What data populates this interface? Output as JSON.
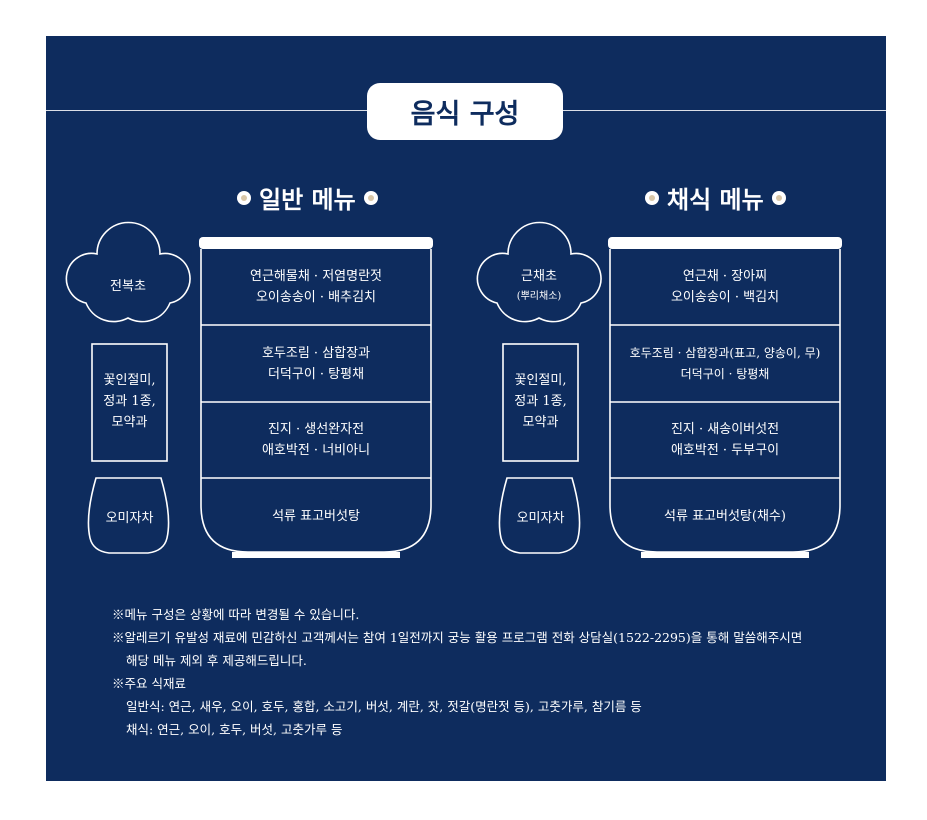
{
  "title": "음식 구성",
  "general": {
    "title": "일반 메뉴",
    "side": {
      "flower": "전복초",
      "rect": "꽃인절미,\n정과 1종,\n모약과",
      "cup": "오미자차"
    },
    "bowl": [
      "연근해물채 · 저염명란젓\n오이송송이 · 배추김치",
      "호두조림 · 삼합장과\n더덕구이 · 탕평채",
      "진지 · 생선완자전\n애호박전 · 너비아니",
      "석류 표고버섯탕"
    ]
  },
  "veg": {
    "title": "채식 메뉴",
    "side": {
      "flower": "근채초",
      "flower_sub": "(뿌리채소)",
      "rect": "꽃인절미,\n정과 1종,\n모약과",
      "cup": "오미자차"
    },
    "bowl": [
      "연근채 · 장아찌\n오이송송이 · 백김치",
      "호두조림 · 삼합장과(표고, 양송이, 무)\n더덕구이 · 탕평채",
      "진지 · 새송이버섯전\n애호박전 · 두부구이",
      "석류 표고버섯탕(채수)"
    ]
  },
  "notes": {
    "n1": "※메뉴 구성은 상황에 따라 변경될 수 있습니다.",
    "n2a": "※알레르기 유발성 재료에 민감하신 고객께서는 참여 1일전까지 궁능 활용 프로그램 전화 상담실(1522-2295)을 통해 말씀해주시면",
    "n2b": "해당 메뉴 제외 후 제공해드립니다.",
    "n3": "※주요 식재료",
    "n4": "일반식: 연근, 새우, 오이, 호두, 홍합, 소고기, 버섯, 계란, 잣, 젓갈(명란젓 등), 고춧가루, 참기름 등",
    "n5": "채식: 연근, 오이, 호두, 버섯, 고춧가루 등"
  }
}
